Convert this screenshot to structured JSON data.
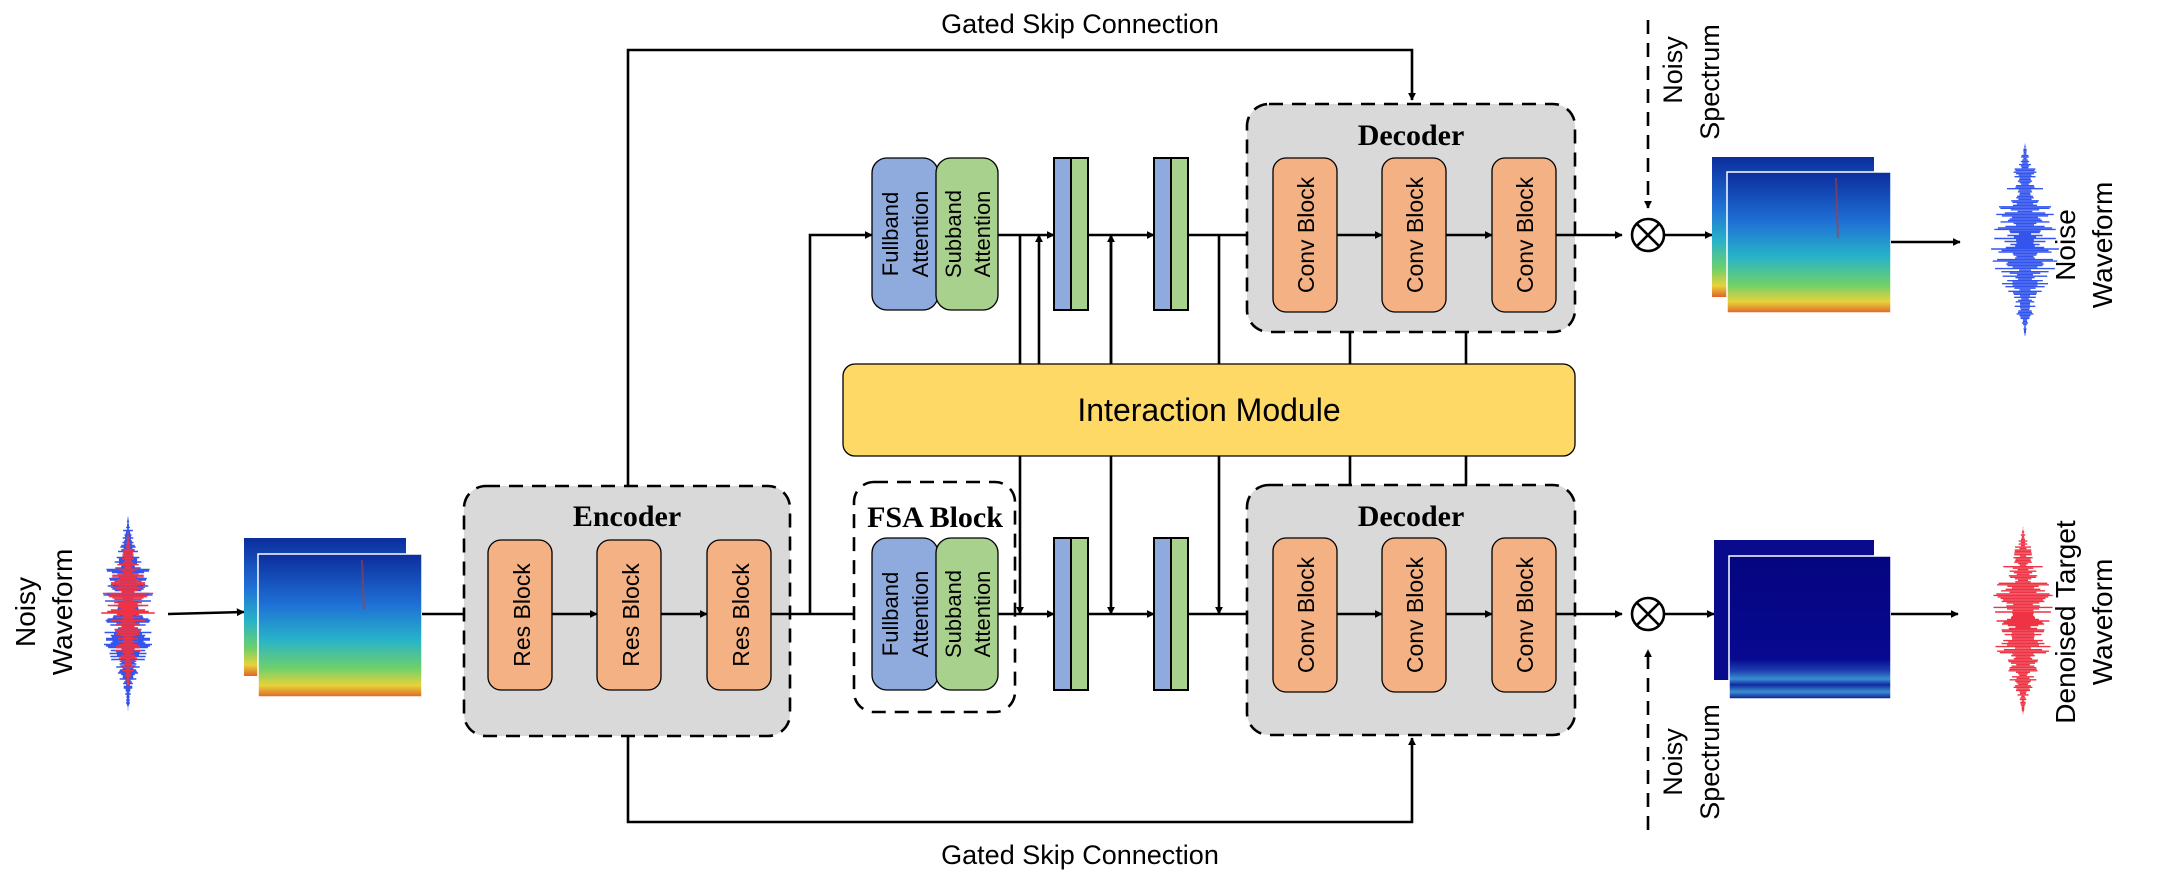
{
  "top_skip_label": "Gated Skip Connection",
  "bottom_skip_label": "Gated Skip Connection",
  "input_label": [
    "Noisy",
    "Waveform"
  ],
  "encoder": {
    "title": "Encoder",
    "blocks": [
      "Res Block",
      "Res Block",
      "Res Block"
    ]
  },
  "fsa": {
    "title": "FSA Block",
    "fullband": [
      "Fullband",
      "Attention"
    ],
    "subband": [
      "Subband",
      "Attention"
    ]
  },
  "interaction_label": "Interaction Module",
  "decoder_top": {
    "title": "Decoder",
    "blocks": [
      "Conv Block",
      "Conv Block",
      "Conv Block"
    ]
  },
  "decoder_bottom": {
    "title": "Decoder",
    "blocks": [
      "Conv Block",
      "Conv Block",
      "Conv Block"
    ]
  },
  "noisy_spectrum_top": [
    "Noisy",
    "Spectrum"
  ],
  "noisy_spectrum_bottom": [
    "Noisy",
    "Spectrum"
  ],
  "noise_output": [
    "Noise",
    "Waveform"
  ],
  "target_output": [
    "Denoised Target",
    "Waveform"
  ],
  "colors": {
    "res_block": "#F4B183",
    "conv_block": "#F4B183",
    "fullband": "#8FAADC",
    "subband": "#A9D18E",
    "interaction": "#FFD966",
    "module_bg": "#D9D9D9",
    "waveform_blue": "#3355EE",
    "waveform_red": "#EE3344",
    "spectrum_dark": "#0A0A8C"
  },
  "icons": {
    "multiply": "circled-times-icon"
  }
}
